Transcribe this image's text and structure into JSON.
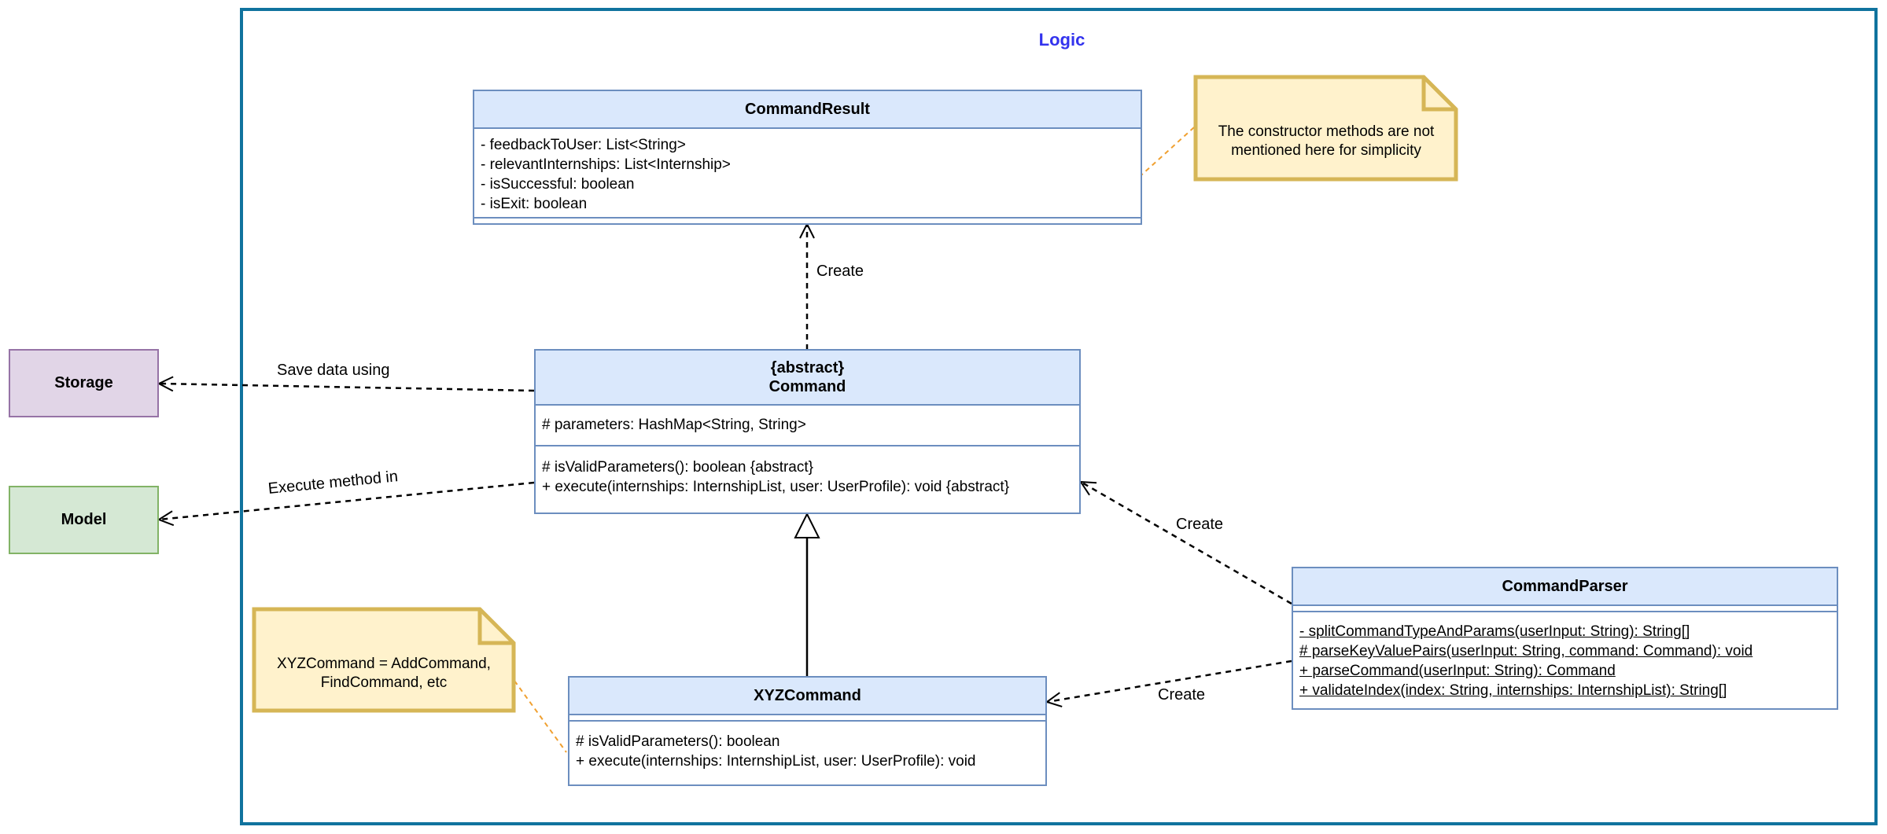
{
  "frame": {
    "title": "Logic"
  },
  "command_result": {
    "name": "CommandResult",
    "attributes": [
      "- feedbackToUser: List<String>",
      "- relevantInternships: List<Internship>",
      "- isSuccessful: boolean",
      "- isExit: boolean"
    ]
  },
  "command": {
    "stereotype": "{abstract}",
    "name": "Command",
    "attributes": [
      "# parameters: HashMap<String, String>"
    ],
    "methods": [
      "# isValidParameters(): boolean {abstract}",
      "+ execute(internships: InternshipList, user: UserProfile): void {abstract}"
    ]
  },
  "xyz_command": {
    "name": "XYZCommand",
    "methods": [
      "# isValidParameters(): boolean",
      "+ execute(internships: InternshipList, user: UserProfile): void"
    ]
  },
  "command_parser": {
    "name": "CommandParser",
    "methods": [
      "- splitCommandTypeAndParams(userInput: String): String[]",
      "# parseKeyValuePairs(userInput: String, command: Command): void",
      "+ parseCommand(userInput: String): Command",
      "+ validateIndex(index: String, internships: InternshipList): String[]"
    ]
  },
  "storage": {
    "name": "Storage",
    "fill": "#e1d5e7",
    "stroke": "#9673a6"
  },
  "model": {
    "name": "Model",
    "fill": "#d5e8d4",
    "stroke": "#82b366"
  },
  "notes": {
    "constructor_note": "The constructor methods are not mentioned here for simplicity",
    "xyz_note": "XYZCommand = AddCommand, FindCommand, etc"
  },
  "labels": {
    "create_result": "Create",
    "save_data": "Save data using",
    "execute_method": "Execute method in",
    "create_command": "Create",
    "create_xyz": "Create"
  },
  "colors": {
    "frame": "#10739E",
    "title": "#3333ee",
    "class_fill": "#dae8fc",
    "class_stroke": "#6c8ebf",
    "note_fill": "#fff2cc",
    "note_stroke": "#d6b656",
    "note_link": "#f0a030"
  }
}
